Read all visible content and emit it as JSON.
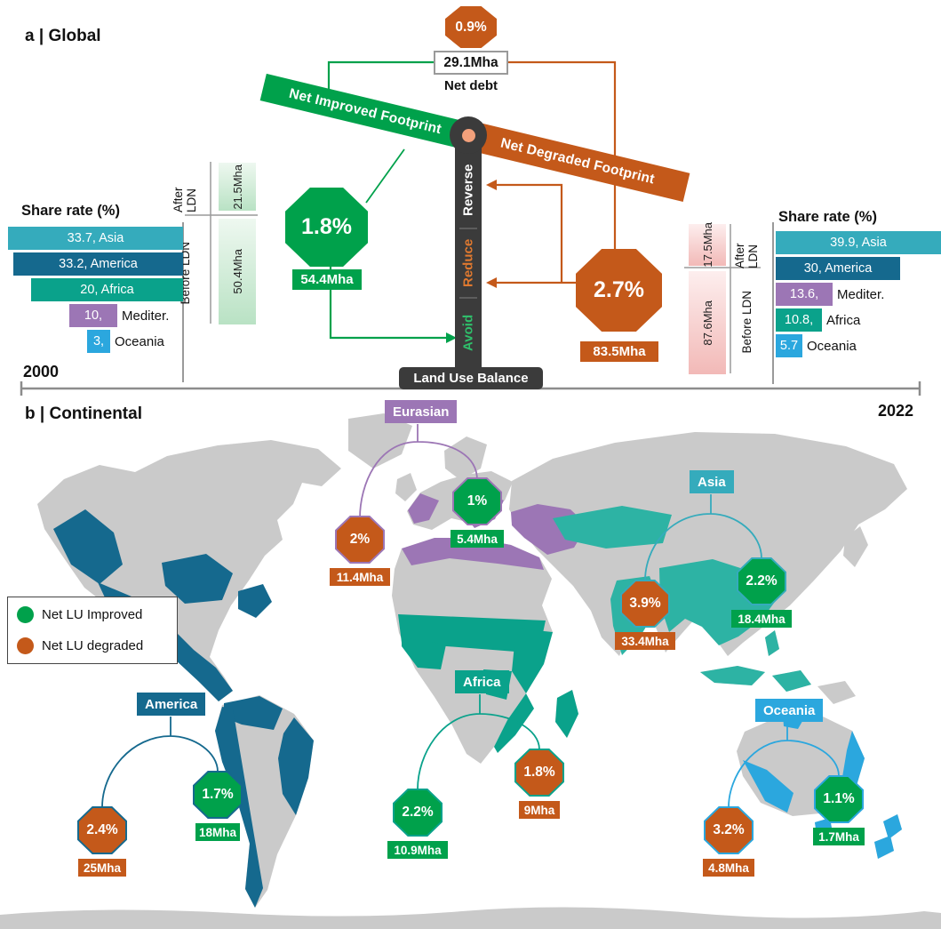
{
  "colors": {
    "improved_green": "#00a14b",
    "degraded_orange": "#c4591a",
    "asia": "#35abbc",
    "america": "#15698e",
    "africa": "#0aa28b",
    "mediterranean": "#9c76b5",
    "oceania": "#2ba7de",
    "pillar_dark": "#3b3b3b",
    "land_grey": "#cacaca"
  },
  "panel_a": {
    "title": "a | Global",
    "net_debt_pct": "0.9%",
    "net_debt_value": "29.1Mha",
    "net_debt_label": "Net debt",
    "beam_improved": "Net Improved Footprint",
    "beam_degraded": "Net Degraded Footprint",
    "pillar": {
      "reverse": "Reverse",
      "reduce": "Reduce",
      "avoid": "Avoid",
      "base": "Land  Use Balance"
    },
    "improved": {
      "pct": "1.8%",
      "total": "54.4Mha",
      "after": "21.5Mha",
      "before": "50.4Mha",
      "after_label": "After LDN",
      "before_label": "Before LDN"
    },
    "degraded": {
      "pct": "2.7%",
      "total": "83.5Mha",
      "after": "17.5Mha",
      "before": "87.6Mha",
      "after_label": "After LDN",
      "before_label": "Before LDN"
    },
    "share_left": {
      "title": "Share rate (%)",
      "bars": [
        {
          "inside": "33.7, Asia",
          "outside": ""
        },
        {
          "inside": "33.2, America",
          "outside": ""
        },
        {
          "inside": "20, Africa",
          "outside": ""
        },
        {
          "inside": "10,",
          "outside": "Mediter."
        },
        {
          "inside": "3,",
          "outside": "Oceania"
        }
      ]
    },
    "share_right": {
      "title": "Share rate (%)",
      "bars": [
        {
          "inside": "39.9, Asia",
          "outside": ""
        },
        {
          "inside": "30, America",
          "outside": ""
        },
        {
          "inside": "13.6,",
          "outside": "Mediter."
        },
        {
          "inside": "10.8,",
          "outside": "Africa"
        },
        {
          "inside": "5.7",
          "outside": "Oceania"
        }
      ]
    },
    "year_start": "2000",
    "year_end": "2022"
  },
  "panel_b": {
    "title": "b | Continental",
    "legend_improved": "Net LU Improved",
    "legend_degraded": "Net LU degraded",
    "continents": [
      {
        "name": "Eurasian",
        "improved_pct": "1%",
        "improved_mha": "5.4Mha",
        "degraded_pct": "2%",
        "degraded_mha": "11.4Mha"
      },
      {
        "name": "Asia",
        "improved_pct": "2.2%",
        "improved_mha": "18.4Mha",
        "degraded_pct": "3.9%",
        "degraded_mha": "33.4Mha"
      },
      {
        "name": "Africa",
        "improved_pct": "2.2%",
        "improved_mha": "10.9Mha",
        "degraded_pct": "1.8%",
        "degraded_mha": "9Mha"
      },
      {
        "name": "America",
        "improved_pct": "1.7%",
        "improved_mha": "18Mha",
        "degraded_pct": "2.4%",
        "degraded_mha": "25Mha"
      },
      {
        "name": "Oceania",
        "improved_pct": "1.1%",
        "improved_mha": "1.7Mha",
        "degraded_pct": "3.2%",
        "degraded_mha": "4.8Mha"
      }
    ]
  },
  "chart_data": [
    {
      "type": "table",
      "title": "a | Global — Land Use Balance (2000–2022)",
      "net_debt": {
        "pct": 0.9,
        "mha": 29.1
      },
      "series": [
        {
          "name": "Net Improved Footprint",
          "pct": 1.8,
          "total_mha": 54.4,
          "before_ldn_mha": 50.4,
          "after_ldn_mha": 21.5,
          "share_rate_pct": {
            "Asia": 33.7,
            "America": 33.2,
            "Africa": 20,
            "Mediter.": 10,
            "Oceania": 3
          }
        },
        {
          "name": "Net Degraded Footprint",
          "pct": 2.7,
          "total_mha": 83.5,
          "before_ldn_mha": 87.6,
          "after_ldn_mha": 17.5,
          "share_rate_pct": {
            "Asia": 39.9,
            "America": 30,
            "Mediter.": 13.6,
            "Africa": 10.8,
            "Oceania": 5.7
          }
        }
      ],
      "pillar_levels": [
        "Reverse",
        "Reduce",
        "Avoid"
      ]
    },
    {
      "type": "map-table",
      "title": "b | Continental",
      "categories": [
        "Eurasian",
        "Asia",
        "Africa",
        "America",
        "Oceania"
      ],
      "series": [
        {
          "name": "Net LU Improved (%)",
          "values": [
            1,
            2.2,
            2.2,
            1.7,
            1.1
          ]
        },
        {
          "name": "Net LU Improved (Mha)",
          "values": [
            5.4,
            18.4,
            10.9,
            18,
            1.7
          ]
        },
        {
          "name": "Net LU degraded (%)",
          "values": [
            2,
            3.9,
            1.8,
            2.4,
            3.2
          ]
        },
        {
          "name": "Net LU degraded (Mha)",
          "values": [
            11.4,
            33.4,
            9,
            25,
            4.8
          ]
        }
      ],
      "legend_position": "left"
    }
  ]
}
